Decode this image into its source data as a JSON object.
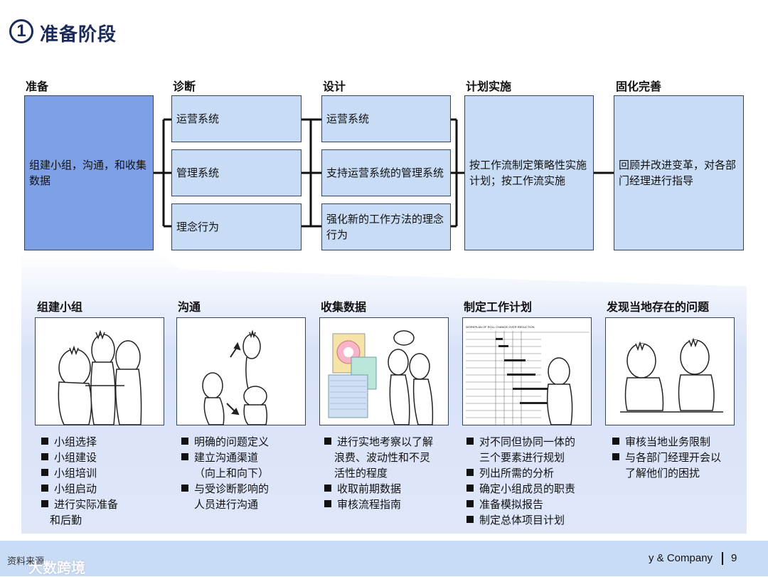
{
  "title": {
    "step_number": "1",
    "text": "准备阶段"
  },
  "phases": [
    {
      "label": "准备"
    },
    {
      "label": "诊断"
    },
    {
      "label": "设计"
    },
    {
      "label": "计划实施"
    },
    {
      "label": "固化完善"
    }
  ],
  "boxes": {
    "prepare": "组建小组，沟通，和收集数据",
    "diagnose": [
      "运营系统",
      "管理系统",
      "理念行为"
    ],
    "design": [
      "运营系统",
      "支持运营系统的管理系统",
      "强化新的工作方法的理念行为"
    ],
    "implement": "按工作流制定策略性实施计划；按工作流实施",
    "consolidate": "回顾并改进变革，对各部门经理进行指导"
  },
  "subsections": [
    {
      "heading": "组建小组",
      "illustration": "team-meeting-illustration",
      "bullets": [
        [
          "小组选择"
        ],
        [
          "小组建设"
        ],
        [
          "小组培训"
        ],
        [
          "小组启动"
        ],
        [
          "进行实际准备",
          "和后勤"
        ]
      ]
    },
    {
      "heading": "沟通",
      "illustration": "communication-illustration",
      "bullets": [
        [
          "明确的问题定义"
        ],
        [
          "建立沟通渠道",
          "（向上和向下）"
        ],
        [
          "与受诊断影响的",
          "人员进行沟通"
        ]
      ]
    },
    {
      "heading": "收集数据",
      "illustration": "data-collection-illustration",
      "bullets": [
        [
          "进行实地考察以了解",
          "浪费、波动性和不灵",
          "活性的程度"
        ],
        [
          "收取前期数据"
        ],
        [
          "审核流程指南"
        ]
      ]
    },
    {
      "heading": "制定工作计划",
      "illustration": "workplan-illustration",
      "workplan_title": "WORKPLAN OF ROLL CHANGE OVER REDUCTION",
      "bullets": [
        [
          "对不同但协同一体的",
          "三个要素进行规划"
        ],
        [
          "列出所需的分析"
        ],
        [
          "确定小组成员的职责"
        ],
        [
          "准备模拟报告"
        ],
        [
          "制定总体项目计划"
        ]
      ]
    },
    {
      "heading": "发现当地存在的问题",
      "illustration": "discussion-illustration",
      "bullets": [
        [
          "审核当地业务限制"
        ],
        [
          "与各部门经理开会以",
          "了解他们的困扰"
        ]
      ]
    }
  ],
  "footer": {
    "source": "资料来源",
    "company": "y & Company",
    "page": "9",
    "watermark": "大数跨境"
  },
  "colors": {
    "title": "#1a2a5a",
    "box_light": "#c8dcf5",
    "box_dark": "#7ea0e6",
    "footer": "#c9dcf6"
  }
}
